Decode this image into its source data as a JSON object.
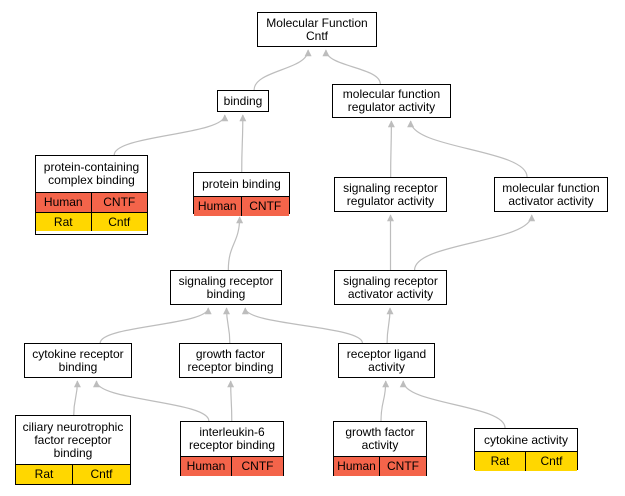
{
  "colors": {
    "edge": "#bdbdbd",
    "human": "#f4644a",
    "rat": "#ffd700",
    "border": "#000000"
  },
  "nodes": {
    "root": {
      "title": "Molecular Function\nCntf"
    },
    "binding": {
      "title": "binding"
    },
    "mf_regulator": {
      "title": "molecular function\nregulator activity"
    },
    "protein_complex_binding": {
      "title": "protein-containing\ncomplex binding",
      "orthologs": [
        {
          "species": "Human",
          "gene": "CNTF",
          "color_key": "human"
        },
        {
          "species": "Rat",
          "gene": "Cntf",
          "color_key": "rat"
        }
      ]
    },
    "protein_binding": {
      "title": "protein binding",
      "orthologs": [
        {
          "species": "Human",
          "gene": "CNTF",
          "color_key": "human"
        }
      ]
    },
    "sig_rec_regulator": {
      "title": "signaling receptor\nregulator activity"
    },
    "mf_activator": {
      "title": "molecular function\nactivator activity"
    },
    "sig_rec_binding": {
      "title": "signaling receptor\nbinding"
    },
    "sig_rec_activator": {
      "title": "signaling receptor\nactivator activity"
    },
    "cytokine_rec_binding": {
      "title": "cytokine receptor\nbinding"
    },
    "gf_rec_binding": {
      "title": "growth factor\nreceptor binding"
    },
    "receptor_ligand": {
      "title": "receptor ligand\nactivity"
    },
    "cntf_rec_binding": {
      "title": "ciliary neurotrophic\nfactor receptor\nbinding",
      "orthologs": [
        {
          "species": "Rat",
          "gene": "Cntf",
          "color_key": "rat"
        }
      ]
    },
    "il6_rec_binding": {
      "title": "interleukin-6\nreceptor binding",
      "orthologs": [
        {
          "species": "Human",
          "gene": "CNTF",
          "color_key": "human"
        }
      ]
    },
    "gf_activity": {
      "title": "growth factor\nactivity",
      "orthologs": [
        {
          "species": "Human",
          "gene": "CNTF",
          "color_key": "human"
        }
      ]
    },
    "cytokine_activity": {
      "title": "cytokine activity",
      "orthologs": [
        {
          "species": "Rat",
          "gene": "Cntf",
          "color_key": "rat"
        }
      ]
    }
  },
  "edges": [
    [
      "binding",
      "root"
    ],
    [
      "mf_regulator",
      "root"
    ],
    [
      "protein_complex_binding",
      "binding"
    ],
    [
      "protein_binding",
      "binding"
    ],
    [
      "sig_rec_regulator",
      "mf_regulator"
    ],
    [
      "mf_activator",
      "mf_regulator"
    ],
    [
      "sig_rec_binding",
      "protein_binding"
    ],
    [
      "sig_rec_activator",
      "sig_rec_regulator"
    ],
    [
      "sig_rec_activator",
      "mf_activator"
    ],
    [
      "cytokine_rec_binding",
      "sig_rec_binding"
    ],
    [
      "gf_rec_binding",
      "sig_rec_binding"
    ],
    [
      "receptor_ligand",
      "sig_rec_binding"
    ],
    [
      "receptor_ligand",
      "sig_rec_activator"
    ],
    [
      "cntf_rec_binding",
      "cytokine_rec_binding"
    ],
    [
      "il6_rec_binding",
      "cytokine_rec_binding"
    ],
    [
      "il6_rec_binding",
      "gf_rec_binding"
    ],
    [
      "gf_activity",
      "receptor_ligand"
    ],
    [
      "cytokine_activity",
      "receptor_ligand"
    ]
  ]
}
